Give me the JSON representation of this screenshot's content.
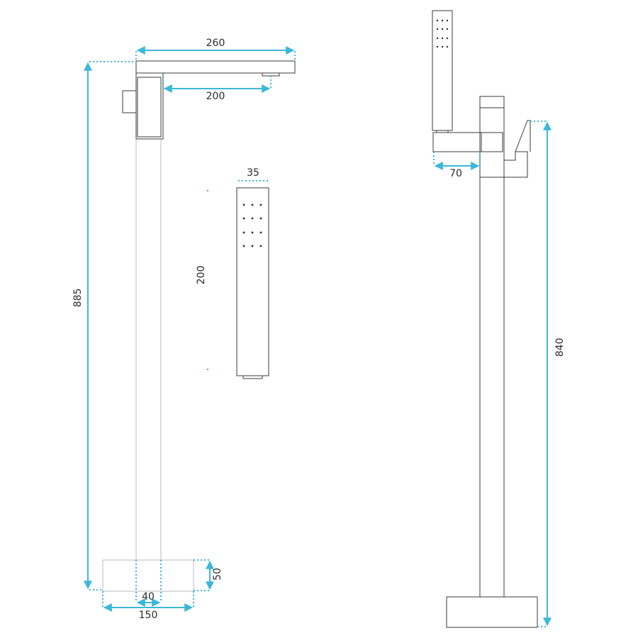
{
  "dimensions": {
    "spout_length": "260",
    "spout_reach": "200",
    "total_height_left": "885",
    "handset_width": "35",
    "handset_length": "200",
    "base_height": "50",
    "column_width": "40",
    "base_width": "150",
    "handset_holder_depth": "70",
    "total_height_right": "840"
  },
  "colors": {
    "dimension_line": "#3bb8d8",
    "outline": "#3a3a3a"
  }
}
